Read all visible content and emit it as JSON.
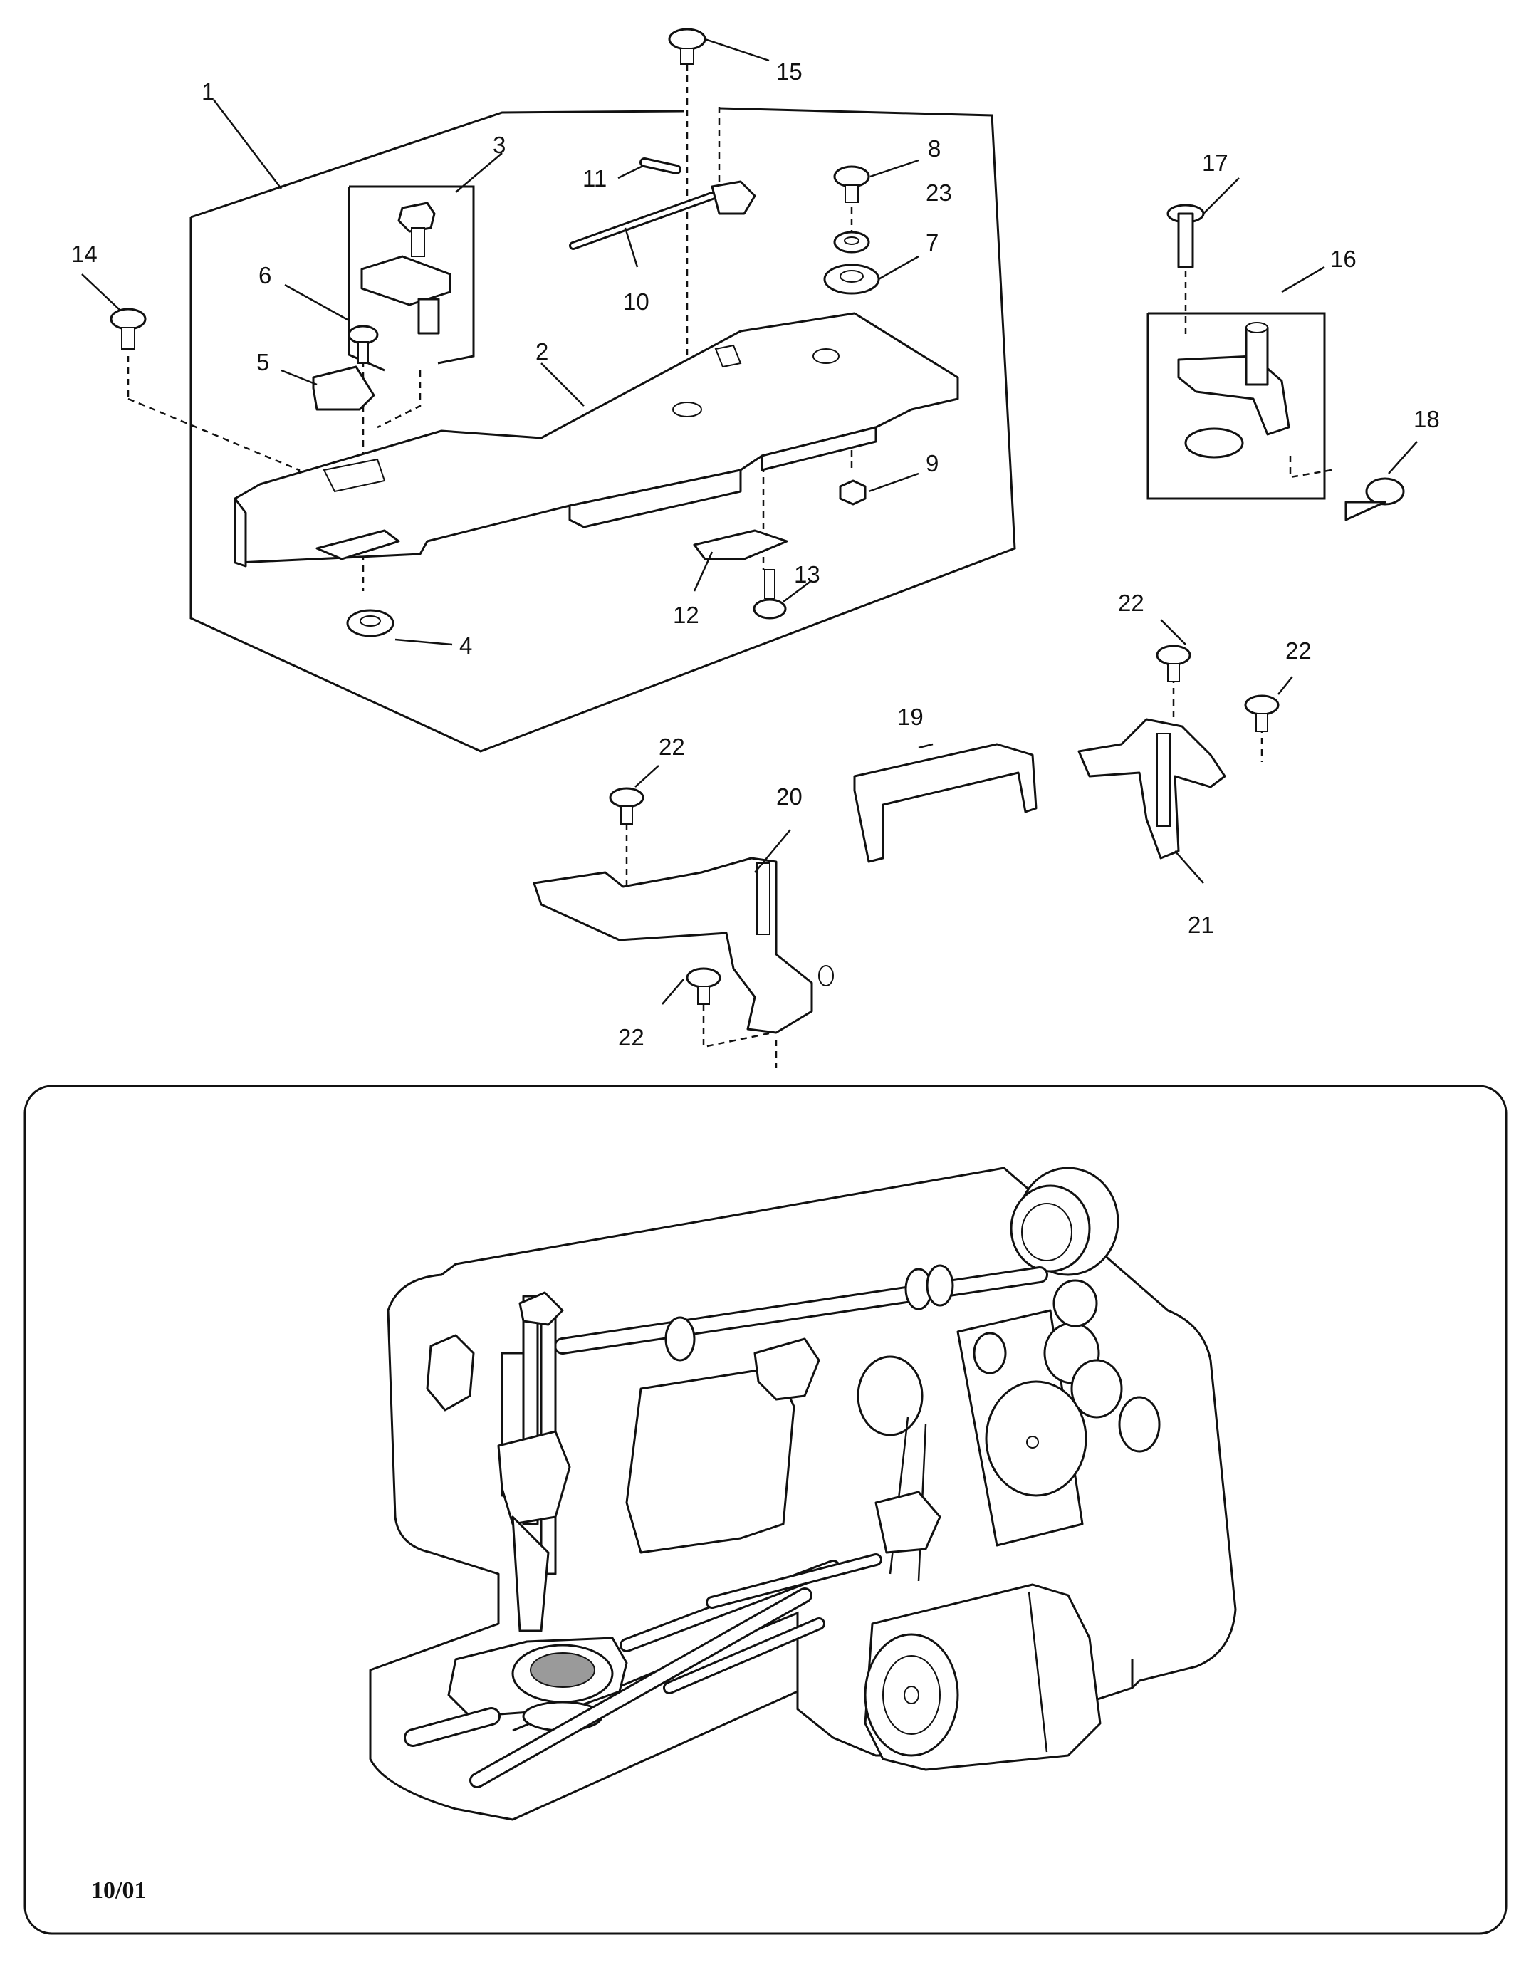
{
  "callouts": {
    "c1": "1",
    "c2": "2",
    "c3": "3",
    "c4": "4",
    "c5": "5",
    "c6": "6",
    "c7": "7",
    "c8": "8",
    "c9": "9",
    "c10": "10",
    "c11": "11",
    "c12": "12",
    "c13": "13",
    "c14": "14",
    "c15": "15",
    "c16": "16",
    "c17": "17",
    "c18": "18",
    "c19": "19",
    "c20": "20",
    "c21": "21",
    "c22a": "22",
    "c22b": "22",
    "c22c": "22",
    "c22d": "22",
    "c23": "23"
  },
  "footer": {
    "date": "10/01"
  }
}
